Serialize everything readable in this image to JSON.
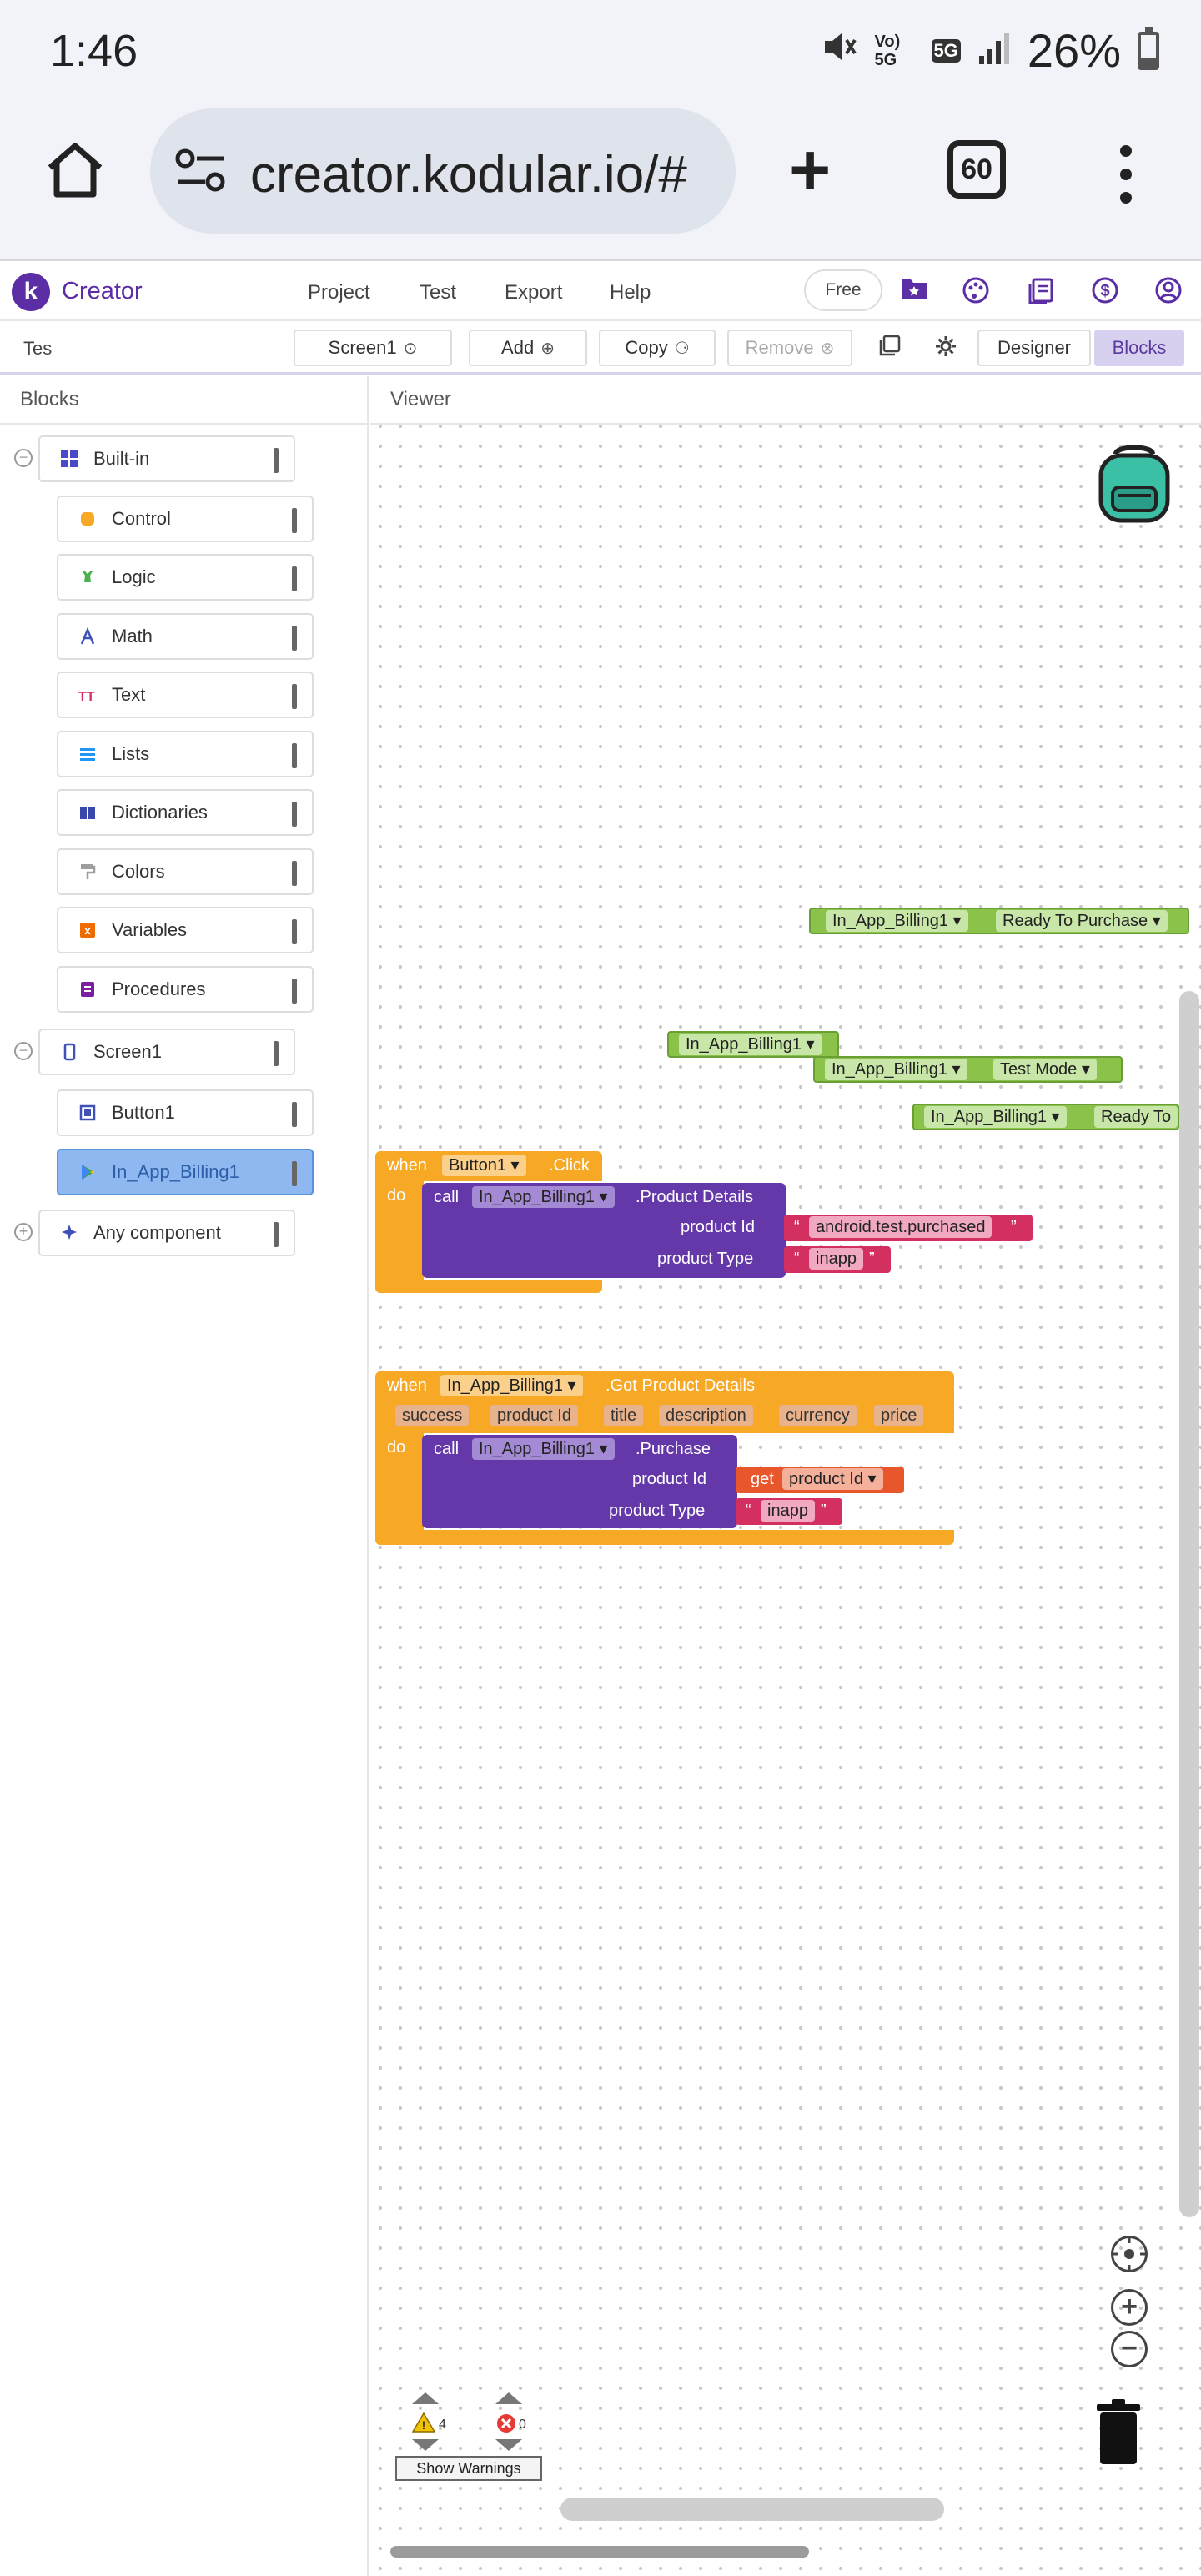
{
  "status_bar": {
    "time": "1:46",
    "volte": "Vo) 5G",
    "network": "5G",
    "battery": "26%"
  },
  "browser": {
    "url": "creator.kodular.io/#",
    "tab_count": "60"
  },
  "kodular_header": {
    "app_name": "Creator",
    "menus": [
      "Project",
      "Test",
      "Export",
      "Help"
    ],
    "plan_badge": "Free"
  },
  "toolbar": {
    "project_name": "Tes",
    "screen_label": "Screen1",
    "add_label": "Add",
    "copy_label": "Copy",
    "remove_label": "Remove",
    "designer_label": "Designer",
    "blocks_label": "Blocks"
  },
  "blocks_panel": {
    "title": "Blocks",
    "builtin_label": "Built-in",
    "builtin_items": [
      "Control",
      "Logic",
      "Math",
      "Text",
      "Lists",
      "Dictionaries",
      "Colors",
      "Variables",
      "Procedures"
    ],
    "screen_label": "Screen1",
    "components": [
      "Button1",
      "In_App_Billing1"
    ],
    "any_component_label": "Any component"
  },
  "viewer": {
    "title": "Viewer",
    "warnings_count": "4",
    "errors_count": "0",
    "show_warnings_label": "Show Warnings"
  },
  "blocks": {
    "ready1": {
      "component": "In_App_Billing1",
      "property": "Ready To Purchase"
    },
    "comp_ref": {
      "component": "In_App_Billing1"
    },
    "test_mode": {
      "component": "In_App_Billing1",
      "property": "Test Mode"
    },
    "ready2": {
      "component": "In_App_Billing1",
      "property": "Ready To"
    },
    "event1": {
      "when": "when",
      "component": "Button1",
      "event": ".Click",
      "do": "do",
      "call": "call",
      "call_component": "In_App_Billing1",
      "method": ".Product Details",
      "arg1_label": "product Id",
      "arg1_value": "android.test.purchased",
      "arg2_label": "product Type",
      "arg2_value": "inapp"
    },
    "event2": {
      "when": "when",
      "component": "In_App_Billing1",
      "event": ".Got Product Details",
      "params": [
        "success",
        "product Id",
        "title",
        "description",
        "currency",
        "price"
      ],
      "do": "do",
      "call": "call",
      "call_component": "In_App_Billing1",
      "method": ".Purchase",
      "arg1_label": "product Id",
      "get": "get",
      "get_var": "product Id",
      "arg2_label": "product Type",
      "arg2_value": "inapp"
    }
  },
  "colors": {
    "kodular_purple": "#5b2ea6",
    "block_green": "#8bc34a",
    "block_orange": "#f7a825",
    "block_purple": "#6438a8",
    "block_text_red": "#d32f60"
  }
}
